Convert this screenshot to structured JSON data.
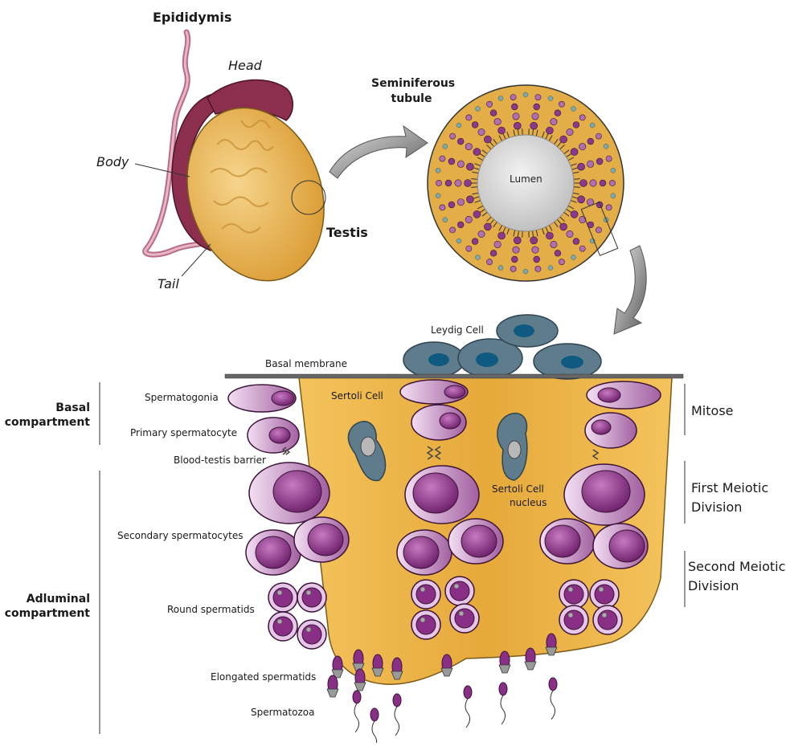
{
  "colors": {
    "testis": "#e8b14a",
    "epididymis": "#8c2f4e",
    "epididymis_duct": "#d99aae",
    "sertoli": "#f0b848",
    "cell_light": "#e7c7e9",
    "cell_dark": "#8a2f86",
    "leydig": "#587585",
    "leydig_nucleus": "#0f5a80",
    "lumen": "#d6d6d6"
  },
  "organ": {
    "epididymis": "Epididymis",
    "head": "Head",
    "body": "Body",
    "tail": "Tail",
    "testis": "Testis"
  },
  "tubule": {
    "title_line1": "Seminiferous",
    "title_line2": "tubule",
    "lumen": "Lumen"
  },
  "section": {
    "leydig_cell": "Leydig Cell",
    "basal_membrane": "Basal membrane",
    "sertoli_cell": "Sertoli Cell",
    "sertoli_nucleus_line1": "Sertoli Cell",
    "sertoli_nucleus_line2": "nucleus",
    "spermatogonia": "Spermatogonia",
    "primary_spermatocyte": "Primary spermatocyte",
    "blood_testis_barrier": "Blood-testis barrier",
    "secondary_spermatocytes": "Secondary spermatocytes",
    "round_spermatids": "Round spermatids",
    "elongated_spermatids": "Elongated spermatids",
    "spermatozoa": "Spermatozoa"
  },
  "compartments": {
    "basal_line1": "Basal",
    "basal_line2": "compartment",
    "adluminal_line1": "Adluminal",
    "adluminal_line2": "compartment"
  },
  "phases": {
    "mitose": "Mitose",
    "first_meiotic_line1": "First Meiotic",
    "first_meiotic_line2": "Division",
    "second_meiotic_line1": "Second Meiotic",
    "second_meiotic_line2": "Division"
  }
}
